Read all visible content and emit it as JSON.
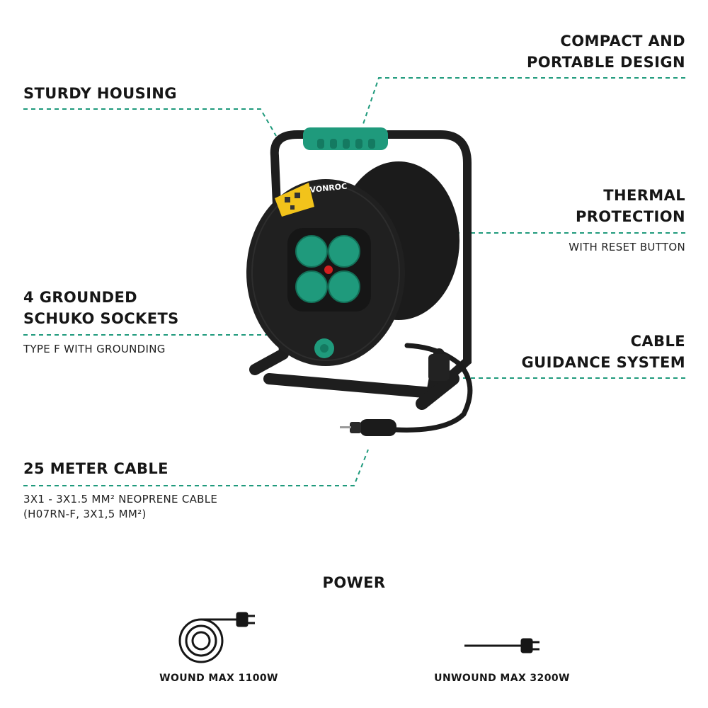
{
  "brand": "VONROC",
  "colors": {
    "accent": "#1f9a7c",
    "body": "#1c1c1c",
    "text": "#161616",
    "warning_label": "#f2c31b",
    "reset_button": "#d21f1f"
  },
  "features": {
    "compact": {
      "line1": "COMPACT AND",
      "line2": "PORTABLE DESIGN"
    },
    "sturdy": {
      "title": "STURDY HOUSING"
    },
    "thermal": {
      "line1": "THERMAL",
      "line2": "PROTECTION",
      "sub": "WITH RESET BUTTON"
    },
    "sockets": {
      "line1": "4 GROUNDED",
      "line2": "SCHUKO SOCKETS",
      "sub": "TYPE F WITH GROUNDING"
    },
    "guidance": {
      "line1": "CABLE",
      "line2": "GUIDANCE SYSTEM"
    },
    "cable": {
      "title": "25 METER CABLE",
      "sub1": "3X1 - 3X1.5 MM² NEOPRENE CABLE",
      "sub2": "(H07RN-F, 3X1,5 MM²)"
    }
  },
  "power": {
    "title": "POWER",
    "wound": {
      "label": "WOUND MAX 1100W",
      "icon": "coiled-cable-plug-icon"
    },
    "unwound": {
      "label": "UNWOUND MAX 3200W",
      "icon": "straight-cable-plug-icon"
    }
  }
}
